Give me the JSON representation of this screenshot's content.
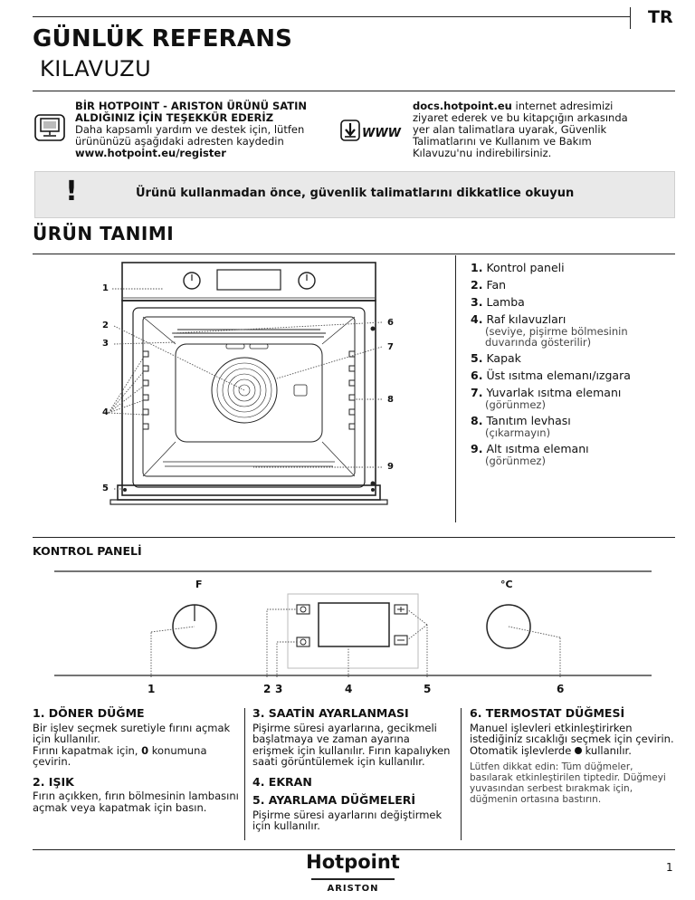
{
  "header": {
    "title_line1": "GÜNLÜK REFERANS",
    "title_line2": "KILAVUZU",
    "lang": "TR"
  },
  "intro_left": {
    "bold_line1": "BİR HOTPOINT - ARISTON ÜRÜNÜ SATIN",
    "bold_line2": "ALDIĞINIZ İÇİN TEŞEKKÜR EDERİZ",
    "line3": "Daha kapsamlı yardım ve destek için, lütfen",
    "line4": "ürününüzü aşağıdaki adresten kaydedin",
    "url": "www.hotpoint.eu/register"
  },
  "intro_right": {
    "url": "docs.hotpoint.eu",
    "line1_rest": " internet adresimizi",
    "line2": "ziyaret ederek ve bu kitapçığın arkasında",
    "line3": "yer alan talimatlara uyarak, Güvenlik",
    "line4": "Talimatlarını ve Kullanım ve Bakım",
    "line5": "Kılavuzu'nu indirebilirsiniz.",
    "www_icon_text": "WWW"
  },
  "warning": {
    "mark": "!",
    "text": "Ürünü kullanmadan önce, güvenlik talimatlarını dikkatlice okuyun"
  },
  "product_section": {
    "title": "ÜRÜN TANIMI"
  },
  "oven_labels": [
    "1",
    "2",
    "3",
    "4",
    "5",
    "6",
    "7",
    "8",
    "9"
  ],
  "parts": [
    {
      "num": "1.",
      "name": "Kontrol paneli",
      "sub": ""
    },
    {
      "num": "2.",
      "name": "Fan",
      "sub": ""
    },
    {
      "num": "3.",
      "name": "Lamba",
      "sub": ""
    },
    {
      "num": "4.",
      "name": "Raf kılavuzları",
      "sub": "(seviye, pişirme bölmesinin duvarında gösterilir)"
    },
    {
      "num": "5.",
      "name": "Kapak",
      "sub": ""
    },
    {
      "num": "6.",
      "name": "Üst ısıtma elemanı/ızgara",
      "sub": ""
    },
    {
      "num": "7.",
      "name": "Yuvarlak ısıtma elemanı",
      "sub": "(görünmez)"
    },
    {
      "num": "8.",
      "name": "Tanıtım levhası",
      "sub": "(çıkarmayın)"
    },
    {
      "num": "9.",
      "name": "Alt ısıtma elemanı",
      "sub": "(görünmez)"
    }
  ],
  "control_section": {
    "title": "KONTROL PANELİ",
    "knob_left_label": "F",
    "knob_right_label": "°C",
    "plus": "+",
    "minus": "−"
  },
  "panel_labels": [
    "1",
    "2",
    "3",
    "4",
    "5",
    "6"
  ],
  "desc": {
    "c1_h1": "1. DÖNER DÜĞME",
    "c1_t1": "Bir işlev seçmek suretiyle fırını açmak için kullanılır.",
    "c1_t2a": "Fırını kapatmak için, ",
    "c1_t2b": "0",
    "c1_t2c": " konumuna çevirin.",
    "c1_h2": "2. IŞIK",
    "c1_t3": "Fırın açıkken, fırın bölmesinin lambasını açmak veya kapatmak için basın.",
    "c2_h1": "3. SAATİN AYARLANMASI",
    "c2_t1": "Pişirme süresi ayarlarına, gecikmeli başlatmaya ve zaman ayarına erişmek için kullanılır. Fırın kapalıyken saati görüntülemek için kullanılır.",
    "c2_h2": "4. EKRAN",
    "c2_h3": "5. AYARLAMA DÜĞMELERİ",
    "c2_t2": "Pişirme süresi ayarlarını değiştirmek için kullanılır.",
    "c3_h1": "6. TERMOSTAT DÜĞMESİ",
    "c3_t1a": "Manuel işlevleri etkinleştirirken istediğiniz sıcaklığı seçmek için çevirin. Otomatik işlevlerde ",
    "c3_t1b": " kullanılır.",
    "c3_t2": "Lütfen dikkat edin: Tüm düğmeler, basılarak etkinleştirilen tiptedir. Düğmeyi yuvasından serbest bırakmak için, düğmenin ortasına bastırın."
  },
  "footer": {
    "brand": "Hotpoint",
    "sub": "ARISTON",
    "page": "1"
  }
}
